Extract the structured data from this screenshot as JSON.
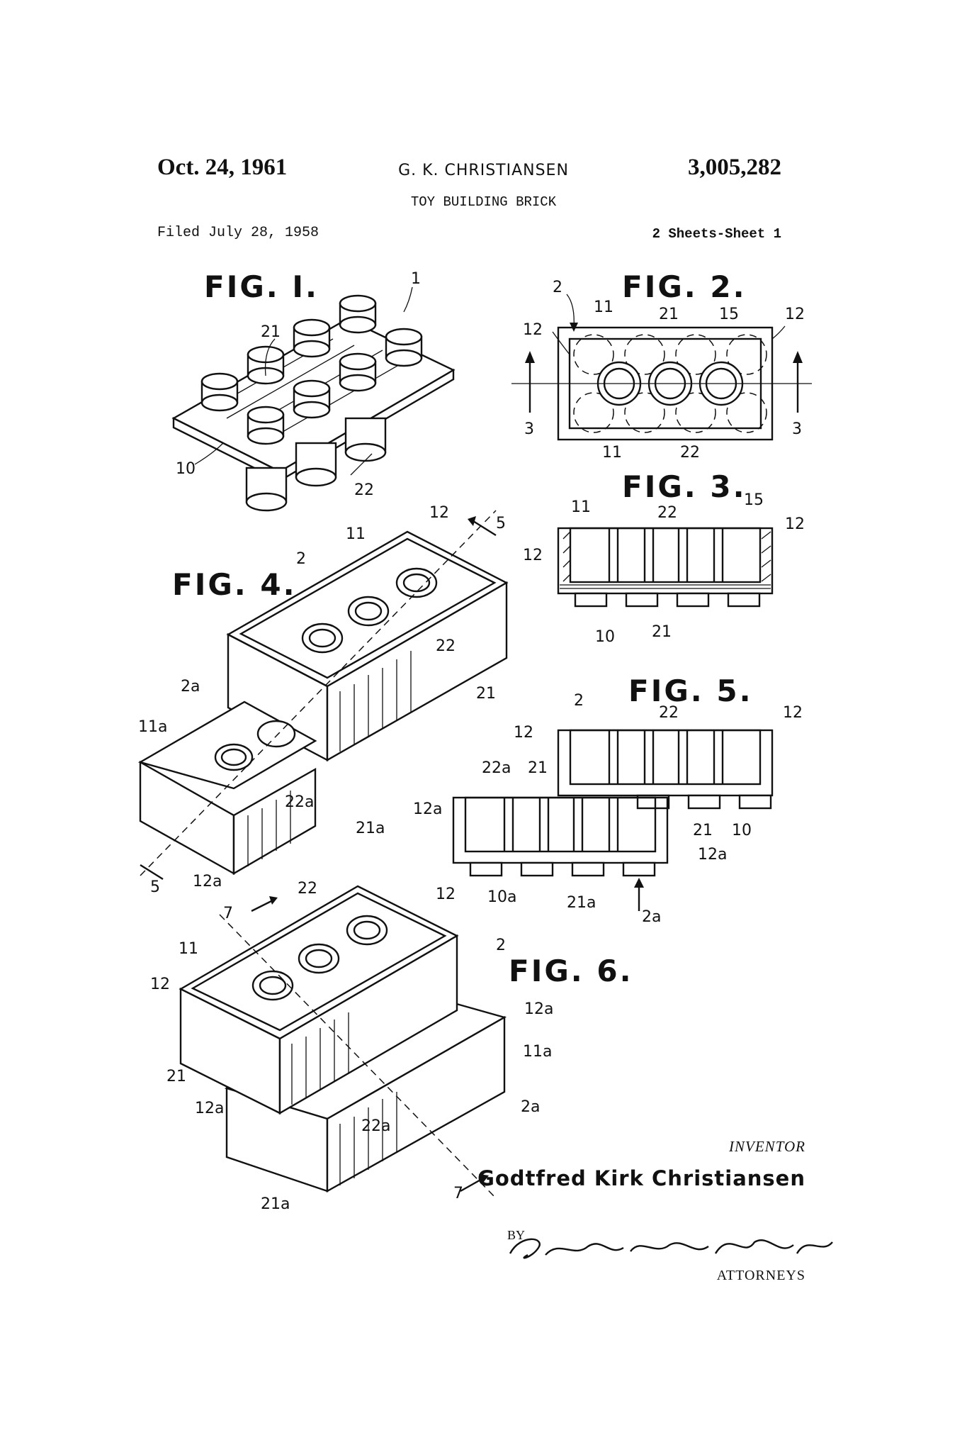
{
  "header": {
    "date": "Oct. 24, 1961",
    "inventor_short": "G. K. CHRISTIANSEN",
    "patent_number": "3,005,282",
    "title": "TOY BUILDING BRICK",
    "filed": "Filed July 28, 1958",
    "sheets": "2 Sheets-Sheet 1"
  },
  "figures": {
    "fig1": "FIG. I.",
    "fig2": "FIG. 2.",
    "fig3": "FIG. 3.",
    "fig4": "FIG. 4.",
    "fig5": "FIG. 5.",
    "fig6": "FIG. 6."
  },
  "reference_numerals": {
    "fig1": [
      "1",
      "21",
      "10",
      "22"
    ],
    "fig2": [
      "2",
      "11",
      "21",
      "15",
      "12",
      "12",
      "3",
      "3",
      "11",
      "22"
    ],
    "fig3": [
      "11",
      "22",
      "15",
      "12",
      "12",
      "10",
      "21"
    ],
    "fig4": [
      "12",
      "5",
      "11",
      "2",
      "22",
      "21",
      "2a",
      "11a",
      "22a",
      "21a",
      "5",
      "12a"
    ],
    "fig5": [
      "2",
      "22",
      "12",
      "12",
      "22a",
      "21",
      "12a",
      "21",
      "10",
      "12a",
      "10a",
      "21a",
      "2a"
    ],
    "fig6": [
      "22",
      "12",
      "7",
      "11",
      "2",
      "12",
      "12a",
      "11a",
      "21",
      "12a",
      "22a",
      "2a",
      "21a",
      "7"
    ]
  },
  "signature_block": {
    "inventor_label": "INVENTOR",
    "inventor_name": "Godtfred Kirk Christiansen",
    "by_label": "BY",
    "attorney_signature": "Stevens, Davis, Miller & Mosher",
    "attorneys_label": "ATTORNEYS"
  }
}
